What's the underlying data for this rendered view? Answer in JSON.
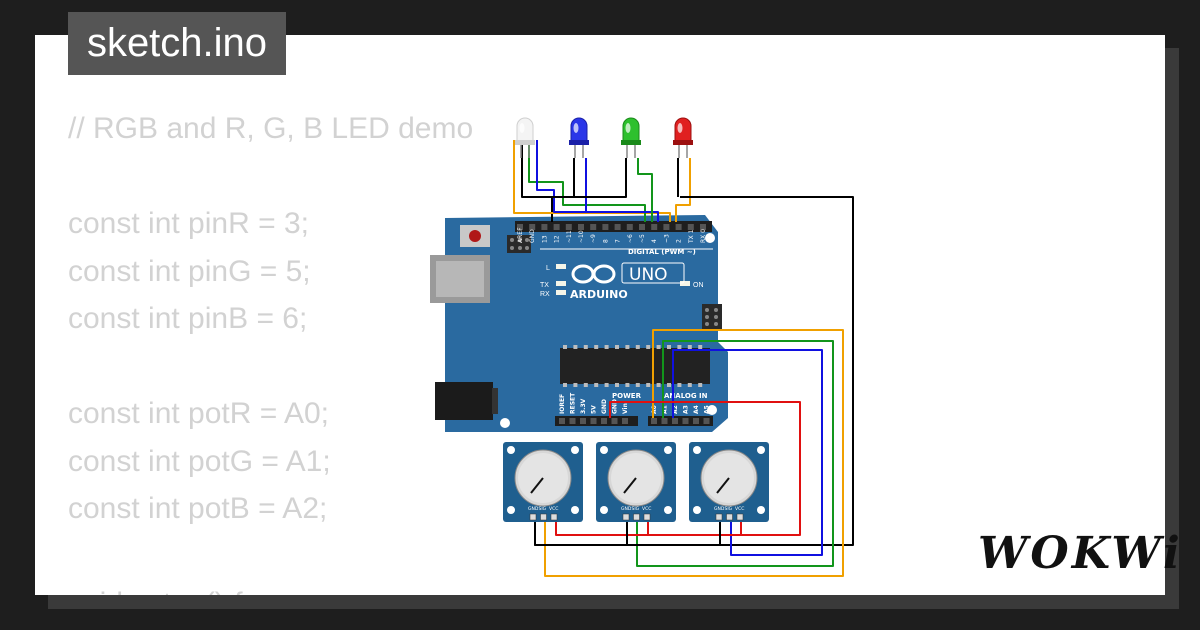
{
  "filename": "sketch.ino",
  "code_lines": [
    "// RGB and R, G, B LED demo",
    "",
    "const int pinR = 3;",
    "const int pinG = 5;",
    "const int pinB = 6;",
    "",
    "const int potR = A0;",
    "const int potG = A1;",
    "const int potB = A2;",
    "",
    "void setup() {"
  ],
  "board": {
    "brand": "ARDUINO",
    "model": "UNO",
    "digital_label": "DIGITAL (PWM ~)",
    "power_label": "POWER",
    "analog_label": "ANALOG IN",
    "led_l": "L",
    "led_tx": "TX",
    "led_rx": "RX",
    "led_on": "ON",
    "digital_pins": [
      "AREF",
      "GND",
      "13",
      "12",
      "~11",
      "~10",
      "~9",
      "8",
      "7",
      "~6",
      "~5",
      "4",
      "~3",
      "2",
      "TX 1",
      "RX 0"
    ],
    "power_pins": [
      "IOREF",
      "RESET",
      "3.3V",
      "5V",
      "GND",
      "GND",
      "Vin"
    ],
    "analog_pins": [
      "A0",
      "A1",
      "A2",
      "A3",
      "A4",
      "A5"
    ]
  },
  "leds": [
    "rgb",
    "blue",
    "green",
    "red"
  ],
  "potentiometers": [
    {
      "pins": [
        "GND",
        "SIG",
        "VCC"
      ]
    },
    {
      "pins": [
        "GND",
        "SIG",
        "VCC"
      ]
    },
    {
      "pins": [
        "GND",
        "SIG",
        "VCC"
      ]
    }
  ],
  "logo": "WOKWi",
  "colors": {
    "board": "#2a6aa0",
    "wire_black": "#000000",
    "wire_red": "#e01010",
    "wire_green": "#12951b",
    "wire_blue": "#1010e0",
    "wire_orange": "#f0a000"
  }
}
